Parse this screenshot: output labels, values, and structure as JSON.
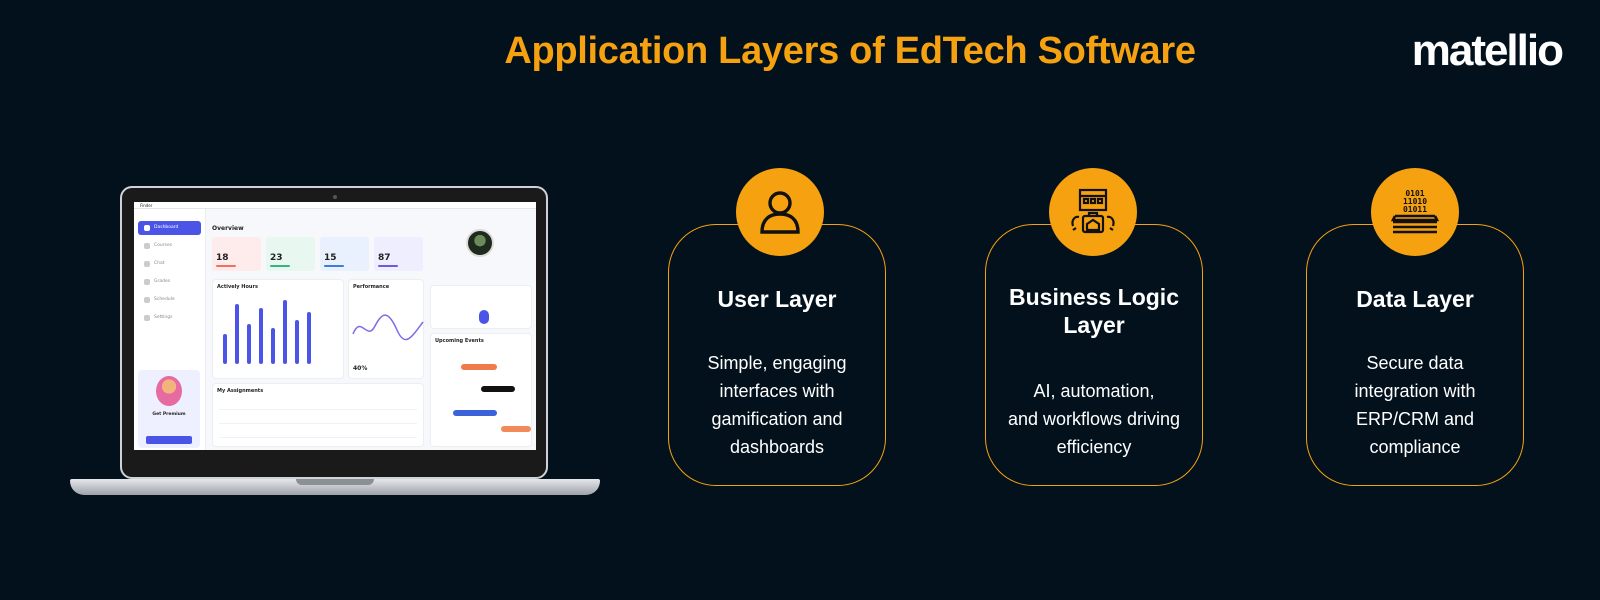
{
  "header": {
    "title": "Application Layers of EdTech Software",
    "logo": "matellio"
  },
  "laptop_screen": {
    "menubar": "Finder",
    "sidebar_items": [
      "Dashboard",
      "Courses",
      "Chat",
      "Grades",
      "Schedule",
      "Settings"
    ],
    "overview_label": "Overview",
    "stats": [
      {
        "value": "18",
        "color": "#fdeceb",
        "bar": "#f07060"
      },
      {
        "value": "23",
        "color": "#e8f7ef",
        "bar": "#36b37e"
      },
      {
        "value": "15",
        "color": "#e8f1fd",
        "bar": "#3b7ddd"
      },
      {
        "value": "87",
        "color": "#eeeefe",
        "bar": "#6a5ae0"
      }
    ],
    "actively_hours_label": "Actively Hours",
    "performance_label": "Performance",
    "performance_value": "40%",
    "assignments_label": "My Assignments",
    "upcoming_label": "Upcoming Events",
    "promo_label": "Get Premium"
  },
  "layers": [
    {
      "title": "User Layer",
      "description": [
        "Simple, engaging",
        "interfaces with",
        "gamification and",
        "dashboards"
      ],
      "icon": "user-icon"
    },
    {
      "title": "Business Logic Layer",
      "description": [
        "AI, automation,",
        "and workflows driving",
        "efficiency"
      ],
      "icon": "building-gear-icon"
    },
    {
      "title": "Data Layer",
      "description": [
        "Secure data",
        "integration with",
        "ERP/CRM and",
        "compliance"
      ],
      "icon": "binary-database-icon"
    }
  ],
  "colors": {
    "background": "#03111c",
    "accent": "#f6a10f"
  }
}
